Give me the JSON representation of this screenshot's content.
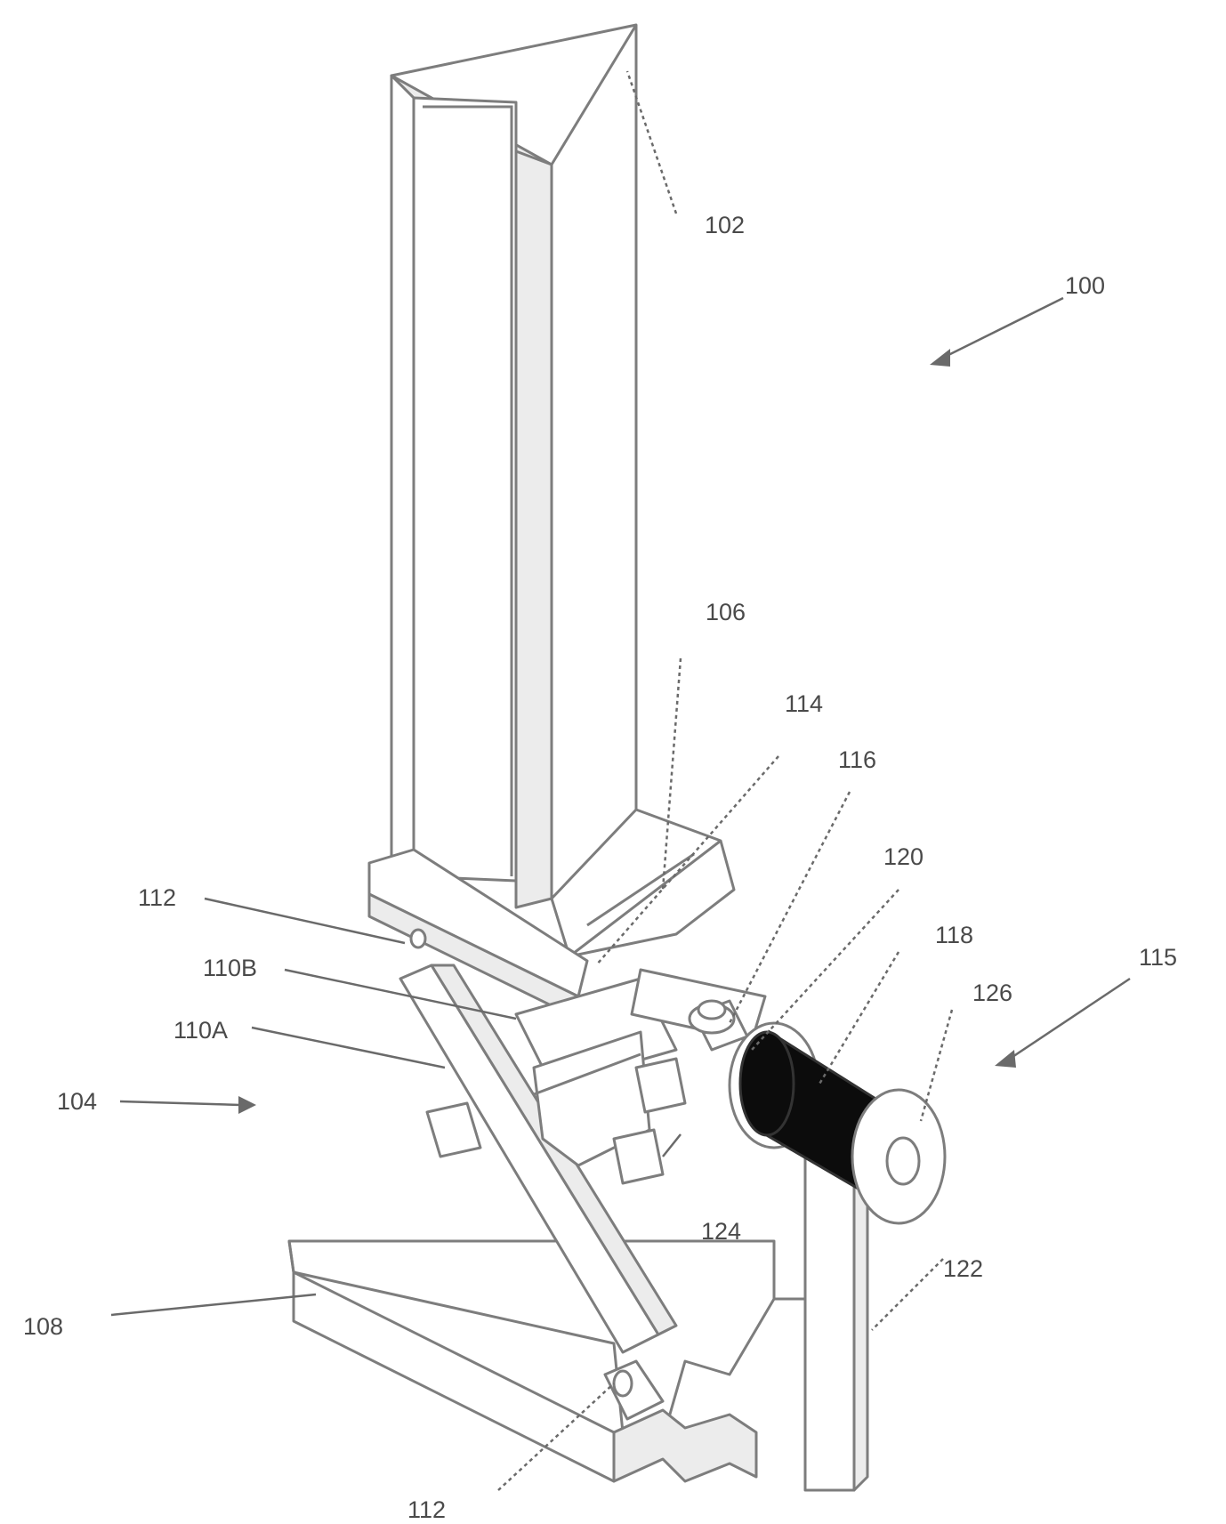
{
  "labels": {
    "l100": "100",
    "l102": "102",
    "l104": "104",
    "l106": "106",
    "l108": "108",
    "l110a": "110A",
    "l110b": "110B",
    "l112_top": "112",
    "l112_bottom": "112",
    "l114": "114",
    "l115": "115",
    "l116": "116",
    "l118": "118",
    "l120": "120",
    "l122": "122",
    "l124": "124",
    "l126": "126"
  }
}
